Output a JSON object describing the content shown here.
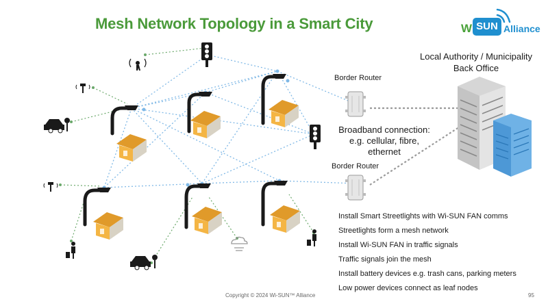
{
  "title": "Mesh Network Topology in a Smart City",
  "logo": {
    "wi": "Wi",
    "sun": "SUN",
    "alliance": "Alliance"
  },
  "back_office": {
    "line1": "Local Authority / Municipality",
    "line2": "Back Office"
  },
  "border_router_top": "Border Router",
  "border_router_bottom": "Border Router",
  "broadband": {
    "line1": "Broadband connection:",
    "line2": "e.g. cellular, fibre,",
    "line3": "ethernet"
  },
  "steps": [
    "Install Smart Streetlights with Wi-SUN FAN comms",
    "Streetlights form a mesh network",
    "Install Wi-SUN FAN in traffic signals",
    "Traffic signals join the mesh",
    "Install battery devices e.g. trash cans, parking meters",
    "Low power devices connect as leaf nodes"
  ],
  "footer": {
    "copyright": "Copyright © 2024 Wi-SUN™ Alliance",
    "page": "95"
  },
  "colors": {
    "title": "#4a9a3a",
    "mesh_link": "#7fb8e6",
    "leaf_link": "#6aa86a",
    "backhaul": "#9a9a9a",
    "house": "#f4b544",
    "brand_blue": "#1f8fcf"
  }
}
